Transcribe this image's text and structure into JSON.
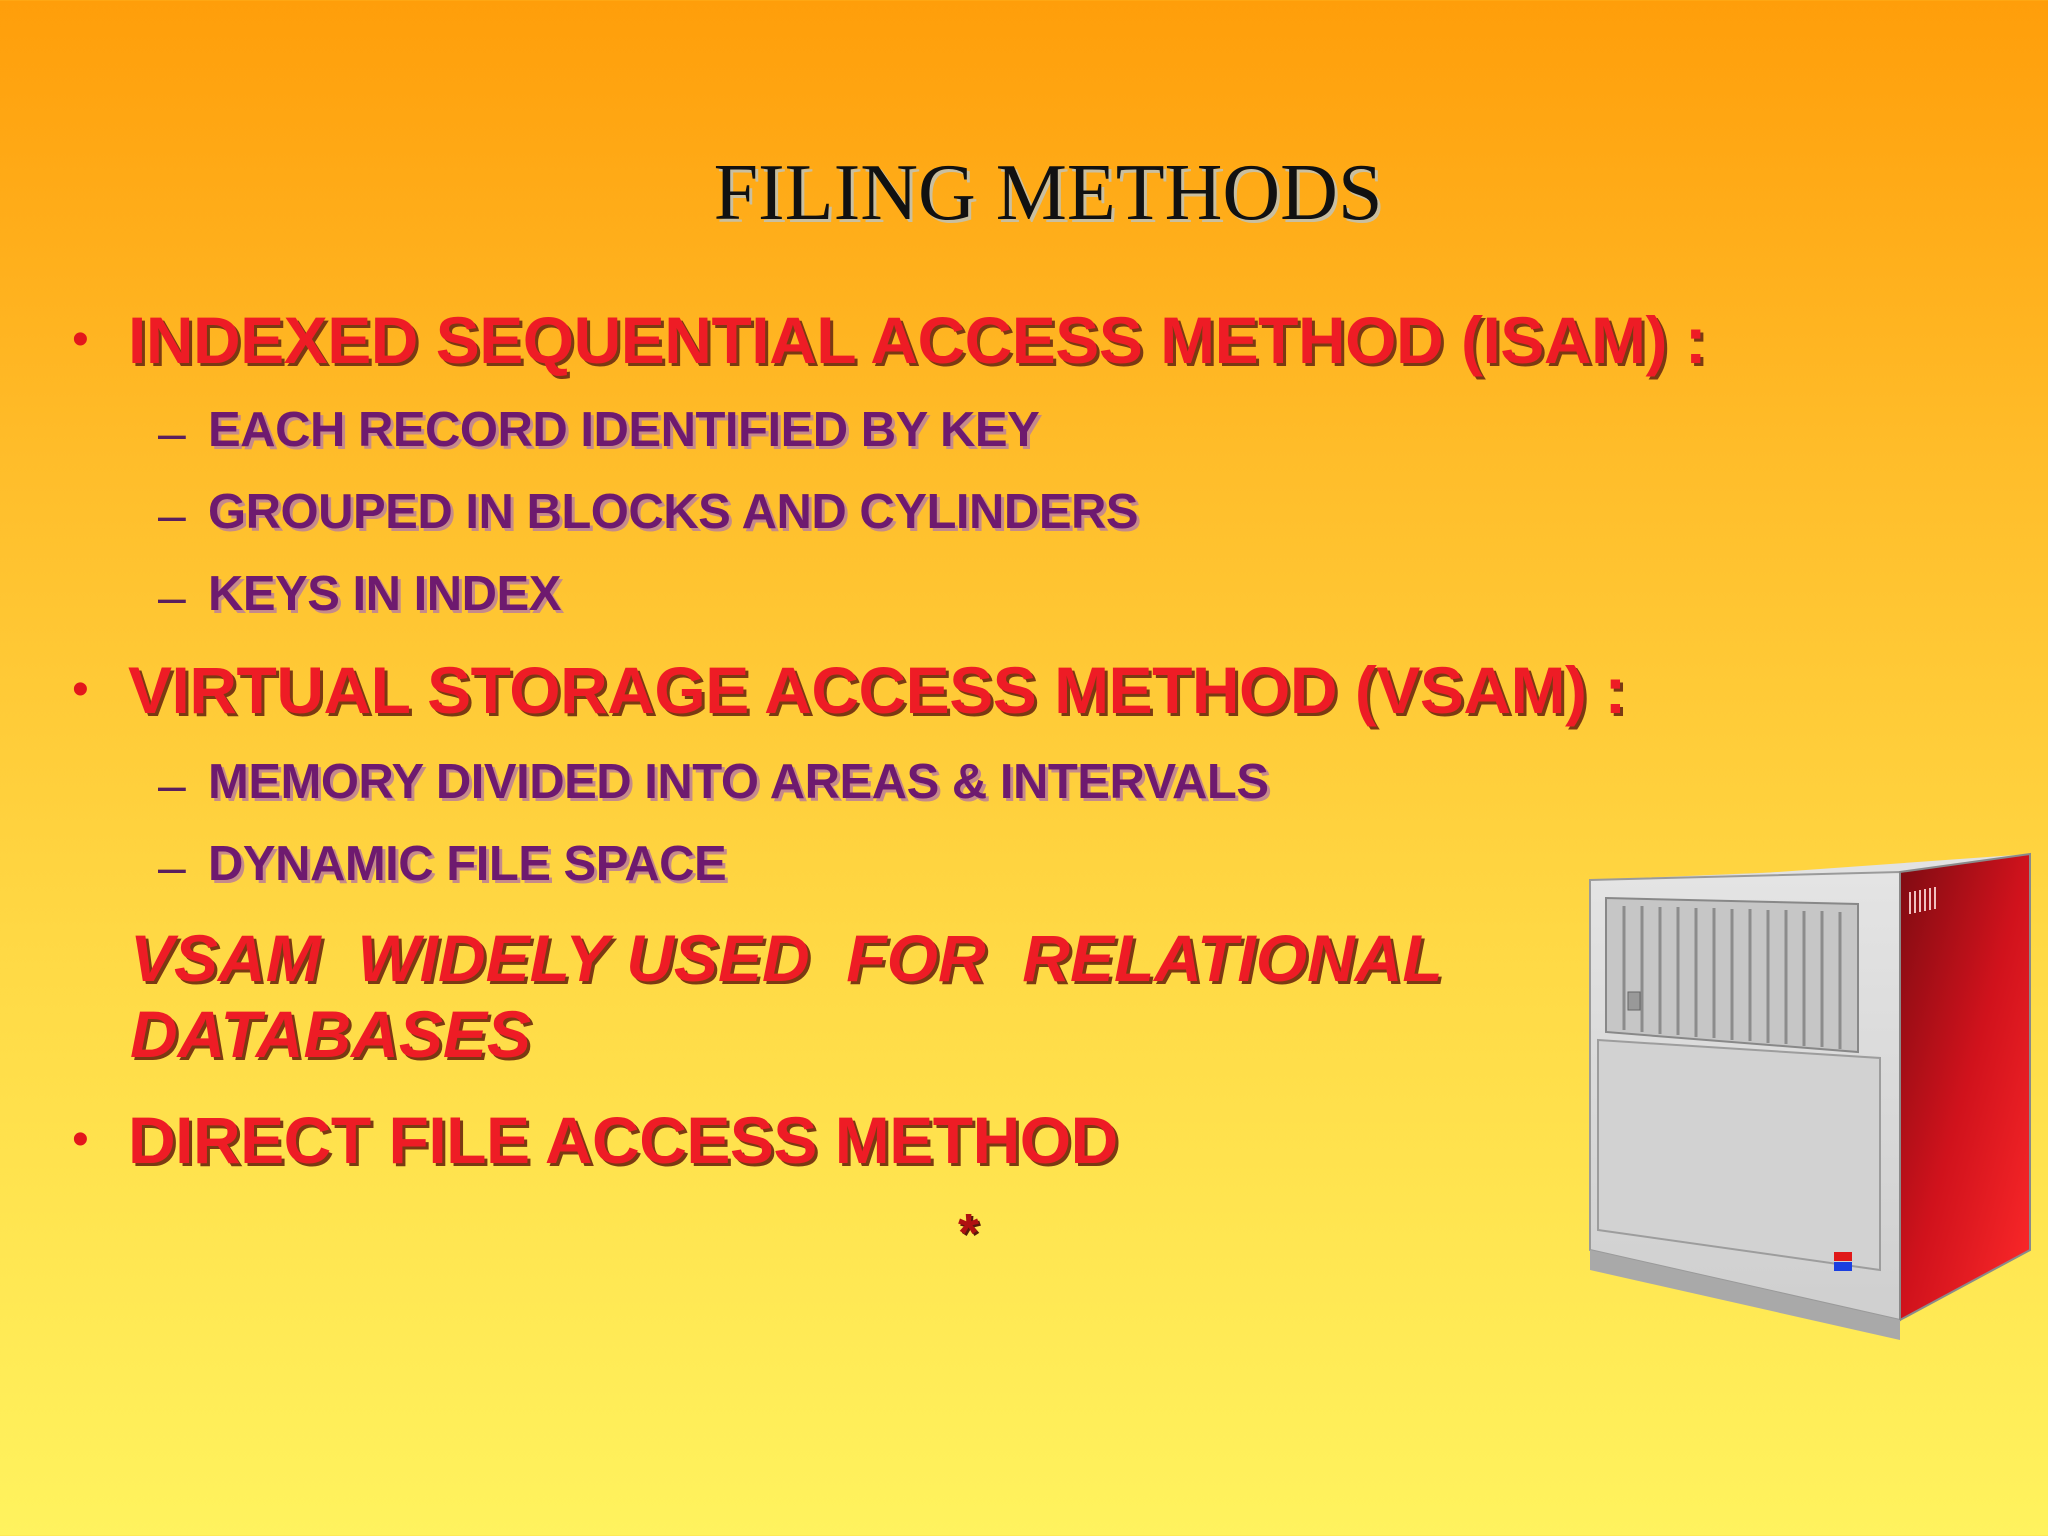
{
  "slide": {
    "title": "FILING METHODS",
    "bullets": [
      {
        "symbol": "•",
        "text": "INDEXED SEQUENTIAL ACCESS METHOD (ISAM) :",
        "subitems": [
          {
            "dash": "–",
            "text": "EACH RECORD IDENTIFIED BY KEY"
          },
          {
            "dash": "–",
            "text": "GROUPED IN BLOCKS AND CYLINDERS"
          },
          {
            "dash": "–",
            "text": "KEYS IN INDEX"
          }
        ]
      },
      {
        "symbol": "•",
        "text": "VIRTUAL STORAGE ACCESS METHOD (VSAM) :",
        "subitems": [
          {
            "dash": "–",
            "text": "MEMORY DIVIDED INTO AREAS & INTERVALS"
          },
          {
            "dash": "–",
            "text": "DYNAMIC FILE SPACE"
          }
        ]
      },
      {
        "symbol": "•",
        "text": "DIRECT FILE ACCESS METHOD",
        "subitems": []
      }
    ],
    "note_line1": "VSAM  WIDELY USED  FOR  RELATIONAL",
    "note_line2": "DATABASES",
    "footer_mark": "*",
    "illustration": "mainframe-computer-icon",
    "colors": {
      "heading_text": "#111111",
      "main_text": "#ee1c25",
      "sub_text": "#6e1a6f",
      "background_top": "#ff9e0a",
      "background_bottom": "#fff35e"
    }
  }
}
